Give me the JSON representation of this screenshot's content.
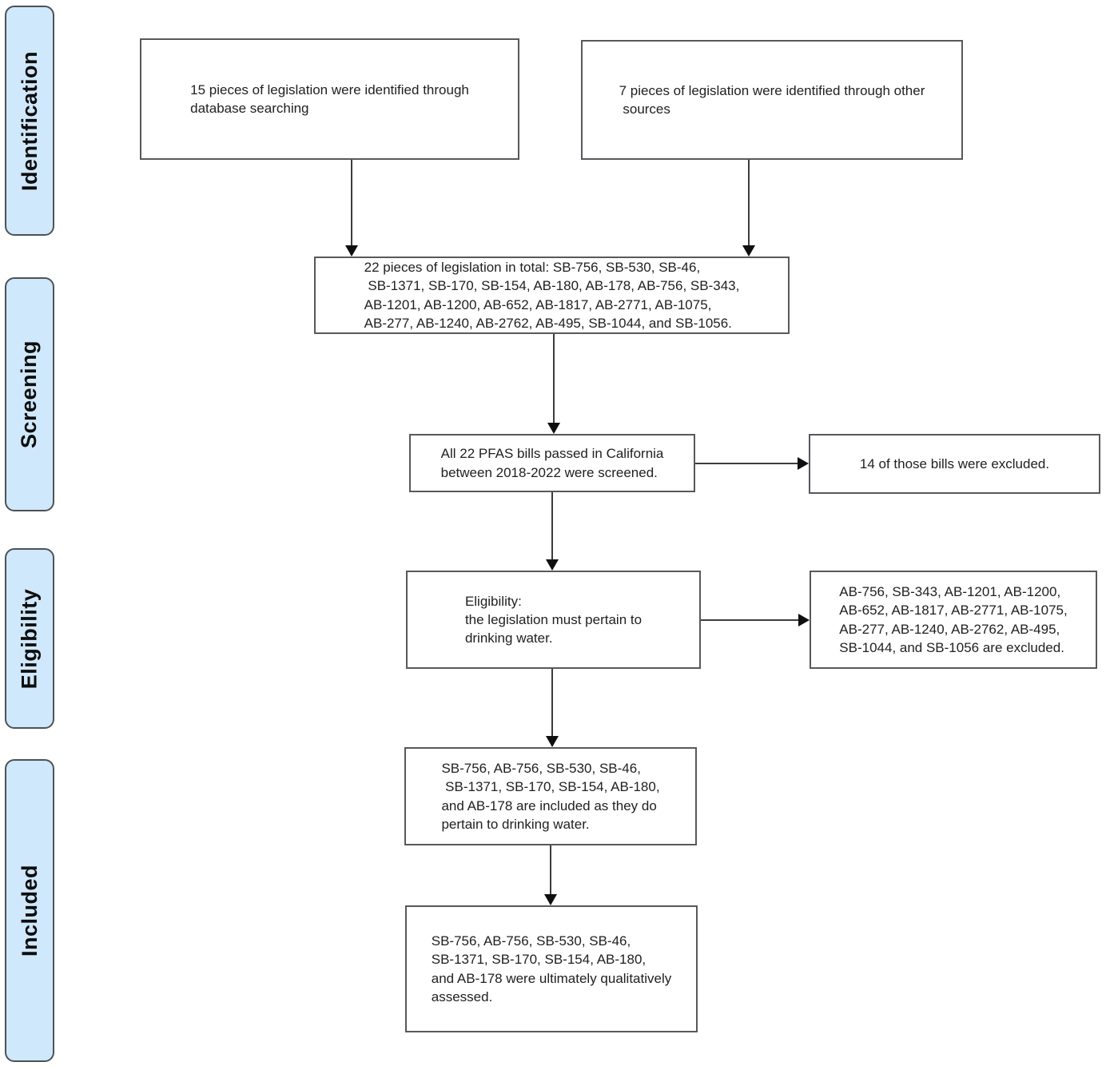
{
  "stages": [
    {
      "label": "Identification"
    },
    {
      "label": "Screening"
    },
    {
      "label": "Eligibility"
    },
    {
      "label": "Included"
    }
  ],
  "boxes": {
    "identified_database": [
      "15 pieces of legislation were identified through",
      "database searching"
    ],
    "identified_other": [
      "7 pieces of legislation were identified through other",
      " sources"
    ],
    "total": [
      "22 pieces of legislation in total: SB-756, SB-530, SB-46,",
      " SB-1371, SB-170, SB-154, AB-180, AB-178, AB-756, SB-343,",
      "AB-1201, AB-1200, AB-652, AB-1817, AB-2771, AB-1075,",
      "AB-277, AB-1240, AB-2762, AB-495, SB-1044, and SB-1056."
    ],
    "screened": [
      "All 22 PFAS bills passed in California",
      "between 2018-2022 were screened."
    ],
    "excluded_count": [
      "14 of those bills were excluded."
    ],
    "eligibility": [
      "Eligibility:",
      "the legislation must pertain to",
      "drinking water."
    ],
    "excluded_list": [
      "AB-756, SB-343, AB-1201, AB-1200,",
      "AB-652, AB-1817, AB-2771, AB-1075,",
      "AB-277, AB-1240, AB-2762, AB-495,",
      "SB-1044, and SB-1056 are excluded."
    ],
    "included": [
      "SB-756, AB-756, SB-530, SB-46,",
      " SB-1371, SB-170, SB-154, AB-180,",
      "and AB-178 are included as they do",
      "pertain to drinking water."
    ],
    "assessed": [
      "SB-756, AB-756, SB-530, SB-46,",
      "SB-1371, SB-170, SB-154, AB-180,",
      "and AB-178 were ultimately qualitatively",
      "assessed."
    ]
  },
  "colors": {
    "stage_fill": "#cfe8fb",
    "stage_border": "#4c5256",
    "box_border": "#56595c",
    "arrow": "#3c3c3c",
    "head": "#0f0f0f",
    "text": "#212121"
  }
}
